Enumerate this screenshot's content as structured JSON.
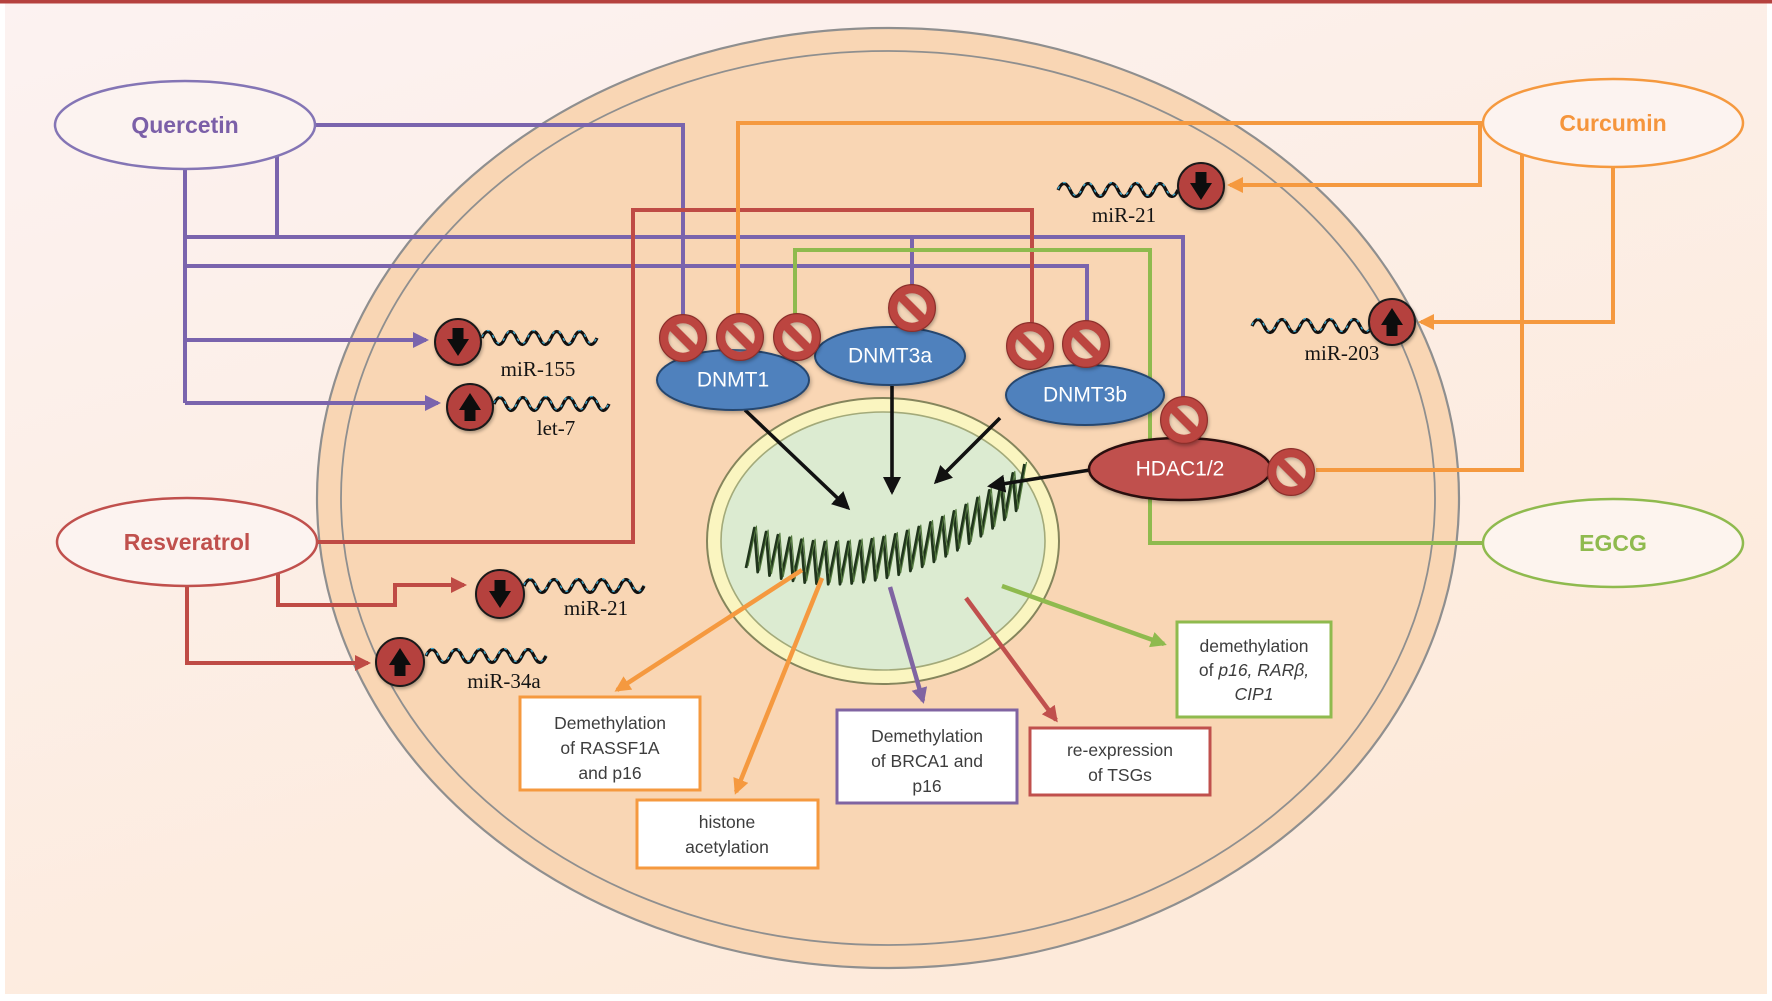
{
  "figure": {
    "description_present_text_only": true
  },
  "compounds": {
    "quercetin": {
      "label": "Quercetin",
      "color": "#7b5fa8"
    },
    "curcumin": {
      "label": "Curcumin",
      "color": "#f5953c"
    },
    "resveratrol": {
      "label": "Resveratrol",
      "color": "#c0504d"
    },
    "egcg": {
      "label": "EGCG",
      "color": "#8fba4e"
    }
  },
  "enzymes": {
    "dnmt1": "DNMT1",
    "dnmt3a": "DNMT3a",
    "dnmt3b": "DNMT3b",
    "hdac": "HDAC1/2"
  },
  "mirnas": {
    "mir21_top": "miR-21",
    "mir203": "miR-203",
    "mir155": "miR-155",
    "let7": "let-7",
    "mir21_left": "miR-21",
    "mir34a": "miR-34a"
  },
  "outcome_boxes": {
    "rassf1a": {
      "line1": "Demethylation",
      "line2": "of RASSF1A",
      "line3": "and p16"
    },
    "histone": {
      "line1": "histone",
      "line2": "acetylation"
    },
    "brca1": {
      "line1": "Demethylation",
      "line2": "of BRCA1 and",
      "line3": "p16"
    },
    "tsgs": {
      "line1": "re-expression",
      "line2": "of TSGs"
    },
    "demethylation": {
      "line1": "demethylation",
      "line2_prefix": "of ",
      "line2_genes": "p16, RARβ,",
      "line3": "CIP1"
    }
  },
  "colors": {
    "quercetin_line": "#7a64ad",
    "curcumin_line": "#f5993f",
    "resveratrol_line": "#bf4b45",
    "egcg_line": "#8fba4e",
    "brca1_box_border": "#8064a2",
    "tsg_box_border": "#c0504d",
    "blue_enzyme": "#4f81bd",
    "hdac_fill": "#c0504d",
    "prohibition_sign": "#bc4540",
    "mir_badge": "#b5413e",
    "cell_fill": "#f9d6b4",
    "nucleus_fill": "#dcebd1",
    "nucleus_ring": "#faf5c0",
    "top_rule": "#b5413e"
  }
}
